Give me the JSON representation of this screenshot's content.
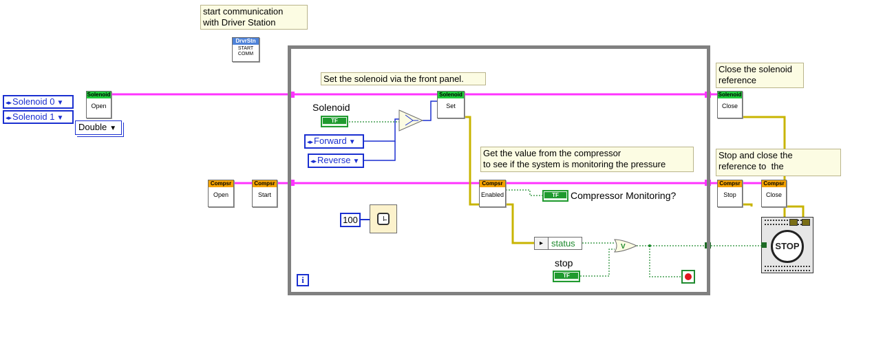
{
  "comments": {
    "start_comm": "start communication\nwith Driver Station",
    "set_solenoid": "Set the solenoid via the front panel.",
    "close_solenoid": "Close the solenoid\nreference",
    "compressor_value": "Get the value from the compressor\nto see if the system is monitoring the pressure",
    "stop_close": "Stop and close the\nreference to  the"
  },
  "driver_station": {
    "bar": "DrvrStn",
    "line1": "START",
    "line2": "COMM"
  },
  "controls": {
    "solenoid_0": "Solenoid 0",
    "solenoid_1": "Solenoid 1",
    "double": "Double",
    "forward": "Forward",
    "reverse": "Reverse",
    "wait_ms": "100",
    "solenoid_label": "Solenoid",
    "stop_label": "stop",
    "tf": "TF",
    "compressor_monitoring": "Compressor Monitoring?",
    "status": "status",
    "loop_iteration": "i"
  },
  "vis": {
    "solenoid_open": {
      "bar": "Solenoid",
      "label": "Open"
    },
    "solenoid_set": {
      "bar": "Solenoid",
      "label": "Set"
    },
    "solenoid_close": {
      "bar": "Solenoid",
      "label": "Close"
    },
    "compsr_open": {
      "bar": "Compsr",
      "label": "Open"
    },
    "compsr_start": {
      "bar": "Compsr",
      "label": "Start"
    },
    "compsr_enabled": {
      "bar": "Compsr",
      "label": "Enabled"
    },
    "compsr_stop": {
      "bar": "Compsr",
      "label": "Stop"
    },
    "compsr_close": {
      "bar": "Compsr",
      "label": "Close"
    }
  },
  "stop_icon_label": "STOP",
  "colors": {
    "solenoid_wire": "#ff33ff",
    "compressor_wire": "#ff33ff",
    "error_wire": "#c8b400",
    "boolean_wire": "#1e8a2e",
    "enum_wire": "#1a2fd0",
    "loop_border": "#808080"
  }
}
